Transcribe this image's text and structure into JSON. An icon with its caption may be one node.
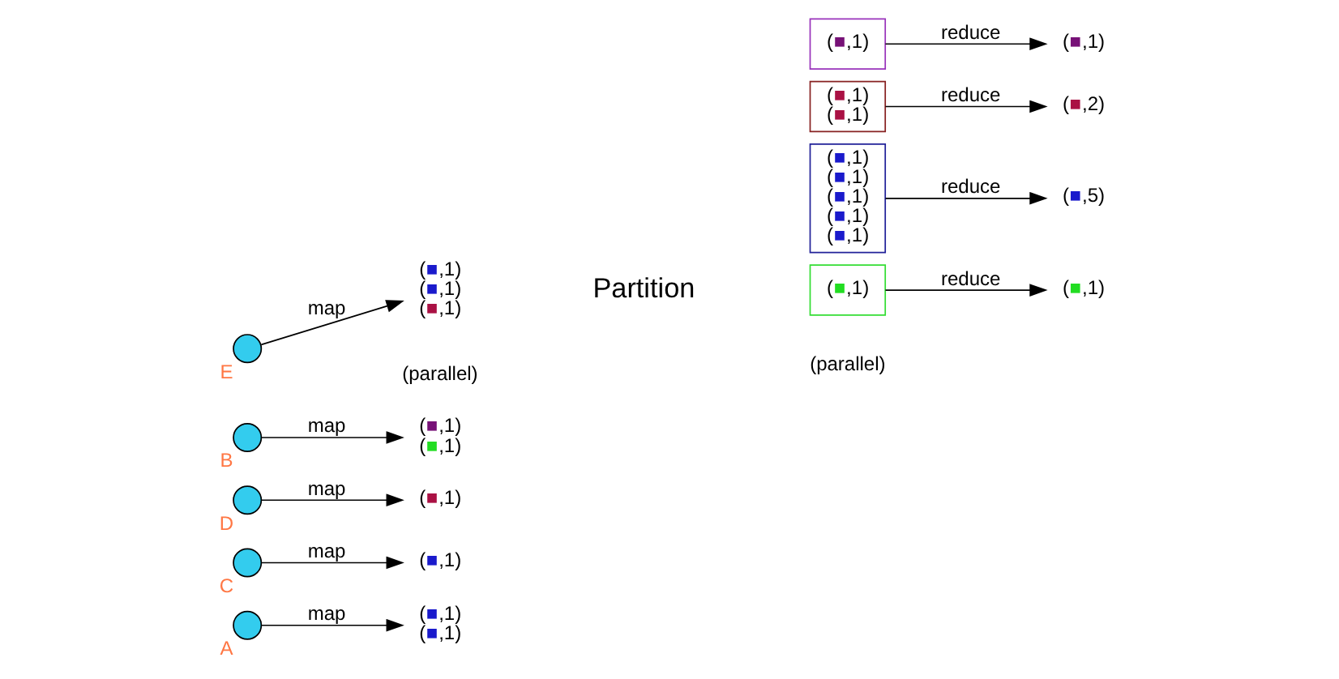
{
  "diagram": {
    "nodes": [
      {
        "text": [],
        "shape": "circle",
        "beside": [
          "A"
        ]
      },
      {
        "text": [],
        "shape": "circle",
        "beside": [
          "C"
        ]
      },
      {
        "text": [],
        "shape": "circle",
        "beside": [
          "D"
        ]
      },
      {
        "text": [],
        "shape": "circle",
        "beside": [
          "B"
        ]
      },
      {
        "text": [],
        "shape": "circle",
        "beside": [
          "E"
        ]
      },
      {
        "text": [
          "(■,1)",
          "(■,1)"
        ]
      },
      {
        "text": [
          "(■,1)"
        ]
      },
      {
        "text": [
          "(■,1)"
        ]
      },
      {
        "text": [
          "(■,1)",
          "(■,1)"
        ]
      },
      {
        "text": [
          "(■,1)",
          "(■,1)",
          "(■,1)"
        ]
      },
      {
        "text": [
          "(■,1)",
          "(■,1)",
          "(■,1)",
          "(■,1)",
          "(■,1)"
        ]
      },
      {
        "text": [
          "(■,1)",
          "(■,1)"
        ]
      },
      {
        "text": [
          "(■,1)"
        ]
      },
      {
        "text": [
          "(■,1)"
        ]
      },
      {
        "text": [
          "(■,5)"
        ]
      },
      {
        "text": [
          "(■,2)"
        ]
      },
      {
        "text": [
          "(■,1)"
        ]
      },
      {
        "text": [
          "(■,1)"
        ]
      }
    ],
    "edges": [
      {
        "from": 0,
        "to": 5,
        "arrow": "to",
        "label": "map"
      },
      {
        "from": 1,
        "to": 6,
        "arrow": "to",
        "label": "map"
      },
      {
        "from": 2,
        "to": 7,
        "arrow": "to",
        "label": "map"
      },
      {
        "from": 3,
        "to": 8,
        "arrow": "to",
        "label": "map"
      },
      {
        "from": 4,
        "to": 9,
        "arrow": "to",
        "label": "map"
      },
      {
        "from": 10,
        "to": 14,
        "arrow": "to",
        "label": "reduce"
      },
      {
        "from": 11,
        "to": 15,
        "arrow": "to",
        "label": "reduce"
      },
      {
        "from": 12,
        "to": 16,
        "arrow": "to",
        "label": "reduce"
      },
      {
        "from": 13,
        "to": 17,
        "arrow": "to",
        "label": "reduce"
      }
    ],
    "labels": [
      "Partition",
      "(parallel)",
      "(parallel)"
    ]
  }
}
